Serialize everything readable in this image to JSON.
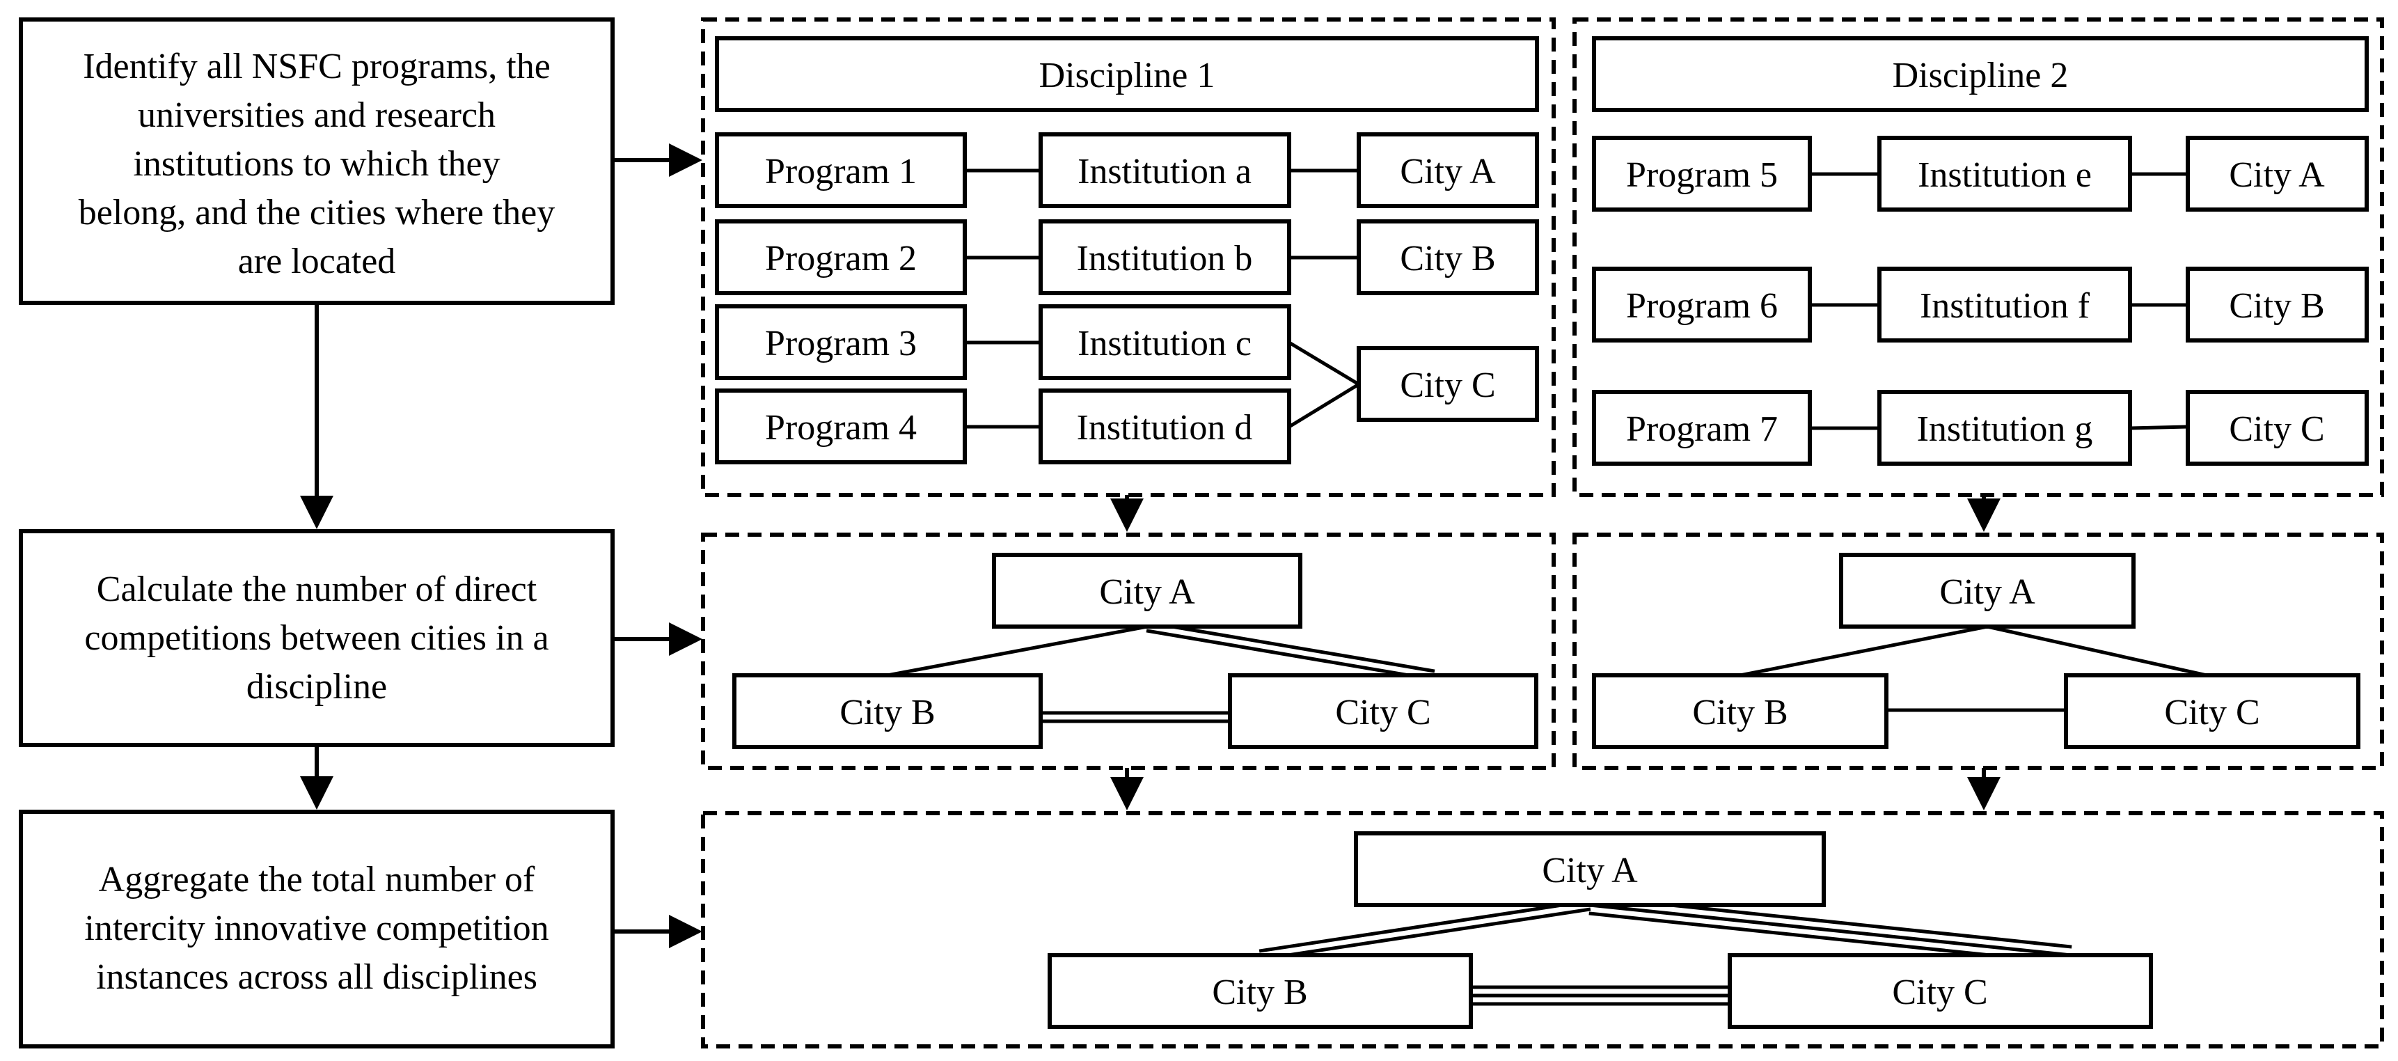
{
  "steps": {
    "identify": [
      "Identify all NSFC programs, the",
      "universities and research",
      "institutions to which they",
      "belong, and the cities where they",
      "are located"
    ],
    "calculate": [
      "Calculate the number of direct",
      "competitions between cities in a",
      "discipline"
    ],
    "aggregate": [
      "Aggregate the total number of",
      "intercity innovative competition",
      "instances across all  disciplines"
    ]
  },
  "discipline1": {
    "title": "Discipline 1",
    "programs": [
      "Program 1",
      "Program 2",
      "Program 3",
      "Program 4"
    ],
    "institutions": [
      "Institution a",
      "Institution b",
      "Institution c",
      "Institution d"
    ],
    "cities": [
      "City A",
      "City B",
      "City C"
    ]
  },
  "discipline2": {
    "title": "Discipline 2",
    "programs": [
      "Program 5",
      "Program 6",
      "Program 7"
    ],
    "institutions": [
      "Institution e",
      "Institution f",
      "Institution g"
    ],
    "cities": [
      "City A",
      "City B",
      "City C"
    ]
  },
  "network1": {
    "city_a": "City A",
    "city_b": "City B",
    "city_c": "City C",
    "edges": {
      "ab": 1,
      "ac": 2,
      "bc": 2
    }
  },
  "network2": {
    "city_a": "City A",
    "city_b": "City B",
    "city_c": "City C",
    "edges": {
      "ab": 1,
      "ac": 1,
      "bc": 1
    }
  },
  "network_total": {
    "city_a": "City A",
    "city_b": "City B",
    "city_c": "City C",
    "edges": {
      "ab": 2,
      "ac": 3,
      "bc": 3
    }
  }
}
